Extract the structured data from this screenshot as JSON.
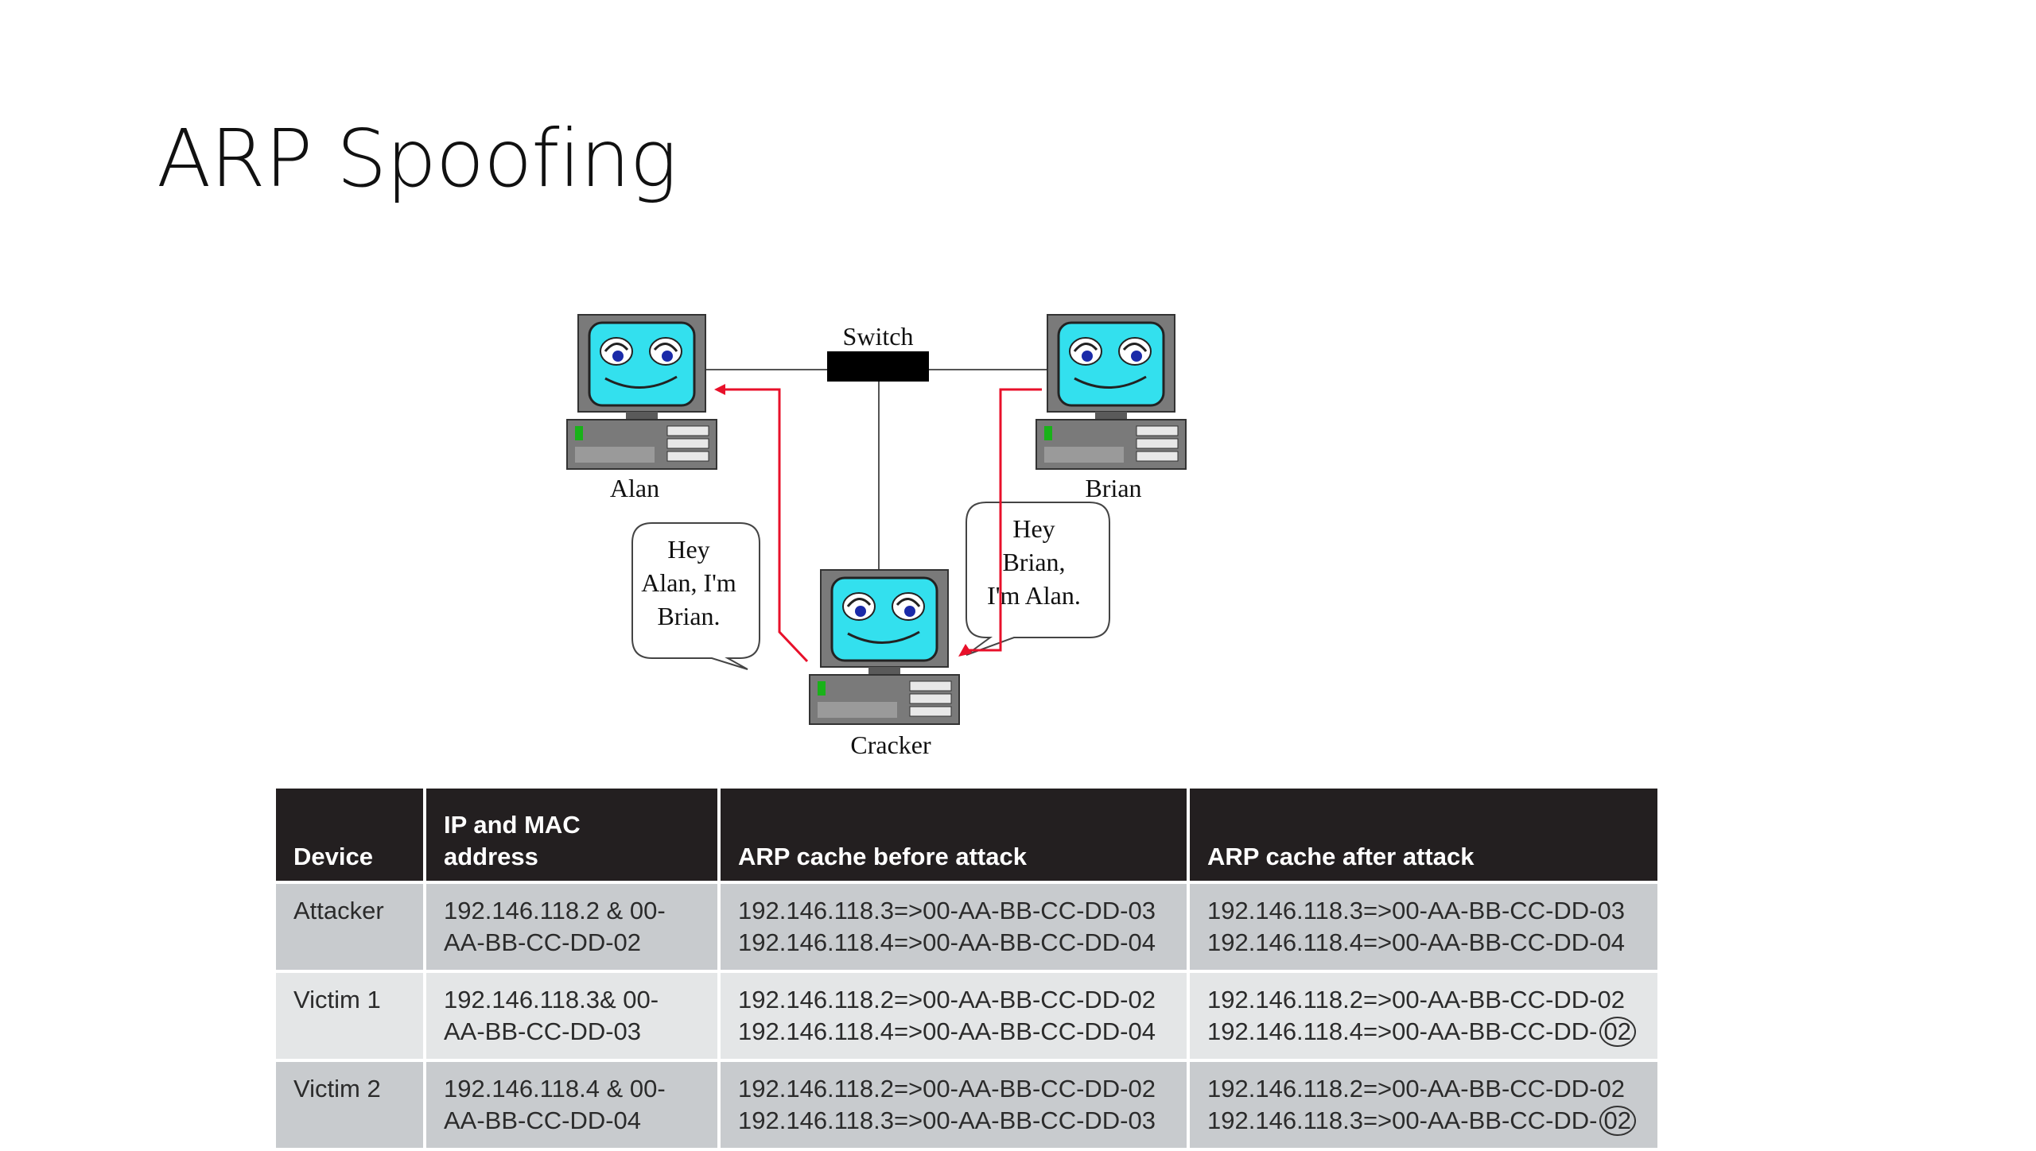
{
  "slide": {
    "title": "ARP Spoofing"
  },
  "diagram": {
    "switch_label": "Switch",
    "nodes": {
      "alan": "Alan",
      "brian": "Brian",
      "cracker": "Cracker"
    },
    "bubbles": {
      "left": [
        "Hey",
        "Alan, I'm",
        "Brian."
      ],
      "right": [
        "Hey",
        "Brian,",
        "I'm Alan."
      ]
    },
    "colors": {
      "screen": "#33e0ee",
      "monitor": "#7a7a7a",
      "switch": "#000000",
      "spoof_arrow": "#e8102a"
    }
  },
  "table": {
    "headers": [
      "Device",
      "IP and MAC address",
      "ARP cache before attack",
      "ARP cache after attack"
    ],
    "header_lines": [
      [
        "Device"
      ],
      [
        "IP and MAC",
        "address"
      ],
      [
        "ARP cache before attack"
      ],
      [
        "ARP cache after attack"
      ]
    ],
    "rows": [
      {
        "device": "Attacker",
        "address": [
          "192.146.118.2 & 00-",
          "AA-BB-CC-DD-02"
        ],
        "before": [
          "192.146.118.3=>00-AA-BB-CC-DD-03",
          "192.146.118.4=>00-AA-BB-CC-DD-04"
        ],
        "after": [
          "192.146.118.3=>00-AA-BB-CC-DD-03",
          "192.146.118.4=>00-AA-BB-CC-DD-04"
        ],
        "after_circled": [
          "",
          ""
        ]
      },
      {
        "device": "Victim 1",
        "address": [
          "192.146.118.3& 00-",
          "AA-BB-CC-DD-03"
        ],
        "before": [
          "192.146.118.2=>00-AA-BB-CC-DD-02",
          "192.146.118.4=>00-AA-BB-CC-DD-04"
        ],
        "after": [
          "192.146.118.2=>00-AA-BB-CC-DD-02",
          "192.146.118.4=>00-AA-BB-CC-DD-"
        ],
        "after_circled": [
          "",
          "02"
        ]
      },
      {
        "device": "Victim 2",
        "address": [
          "192.146.118.4 & 00-",
          "AA-BB-CC-DD-04"
        ],
        "before": [
          "192.146.118.2=>00-AA-BB-CC-DD-02",
          "192.146.118.3=>00-AA-BB-CC-DD-03"
        ],
        "after": [
          "192.146.118.2=>00-AA-BB-CC-DD-02",
          "192.146.118.3=>00-AA-BB-CC-DD-"
        ],
        "after_circled": [
          "",
          "02"
        ]
      }
    ]
  }
}
